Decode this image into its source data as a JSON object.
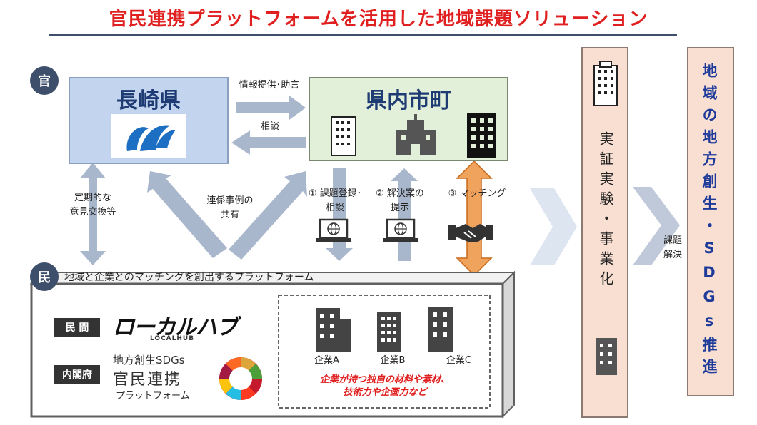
{
  "title": "官民連携プラットフォームを活用した地域課題ソリューション",
  "gov_badge": "官",
  "private_badge": "民",
  "nagasaki": {
    "label": "長崎県"
  },
  "municipal": {
    "label": "県内市町"
  },
  "arrows": {
    "info": "情報提供･助言",
    "consult": "相談",
    "regular": "定期的な\n意見交換等",
    "share": "連係事例の\n共有",
    "step1": "① 課題登録･\n相談",
    "step2": "② 解決案の\n提示",
    "step3": "③ マッチング",
    "solve": "課題\n解決"
  },
  "platform": {
    "header": "地域と企業とのマッチングを創出するプラットフォーム",
    "private_tag": "民 間",
    "cabinet_tag": "内閣府",
    "localhub_logo": "ローカルハブ",
    "localhub_sub": "LOCALHUB",
    "sdgs_line1": "地方創生SDGs",
    "sdgs_line2": "官民連携",
    "sdgs_line3": "プラットフォーム",
    "companies": [
      "企業A",
      "企業B",
      "企業C"
    ],
    "note_line1": "企業が持つ独自の材料や素材、",
    "note_line2": "技術力や企画力など"
  },
  "demo_column": "実証実験・事業化",
  "result_column": "地域の地方創生・SDGs推進",
  "colors": {
    "navy": "#3d4f6a",
    "red": "#e02020",
    "nagasaki_fill": "#c3d5ee",
    "municipal_fill": "#e2efd9",
    "orange": "#f0a35c",
    "peach": "#f8dfd2",
    "arrow_grey": "#a9b7cc"
  },
  "icons": [
    "building-icon",
    "school-icon",
    "office-icon",
    "laptop-globe-icon",
    "handshake-icon",
    "company-building-icon",
    "sdgs-wheel-icon"
  ]
}
